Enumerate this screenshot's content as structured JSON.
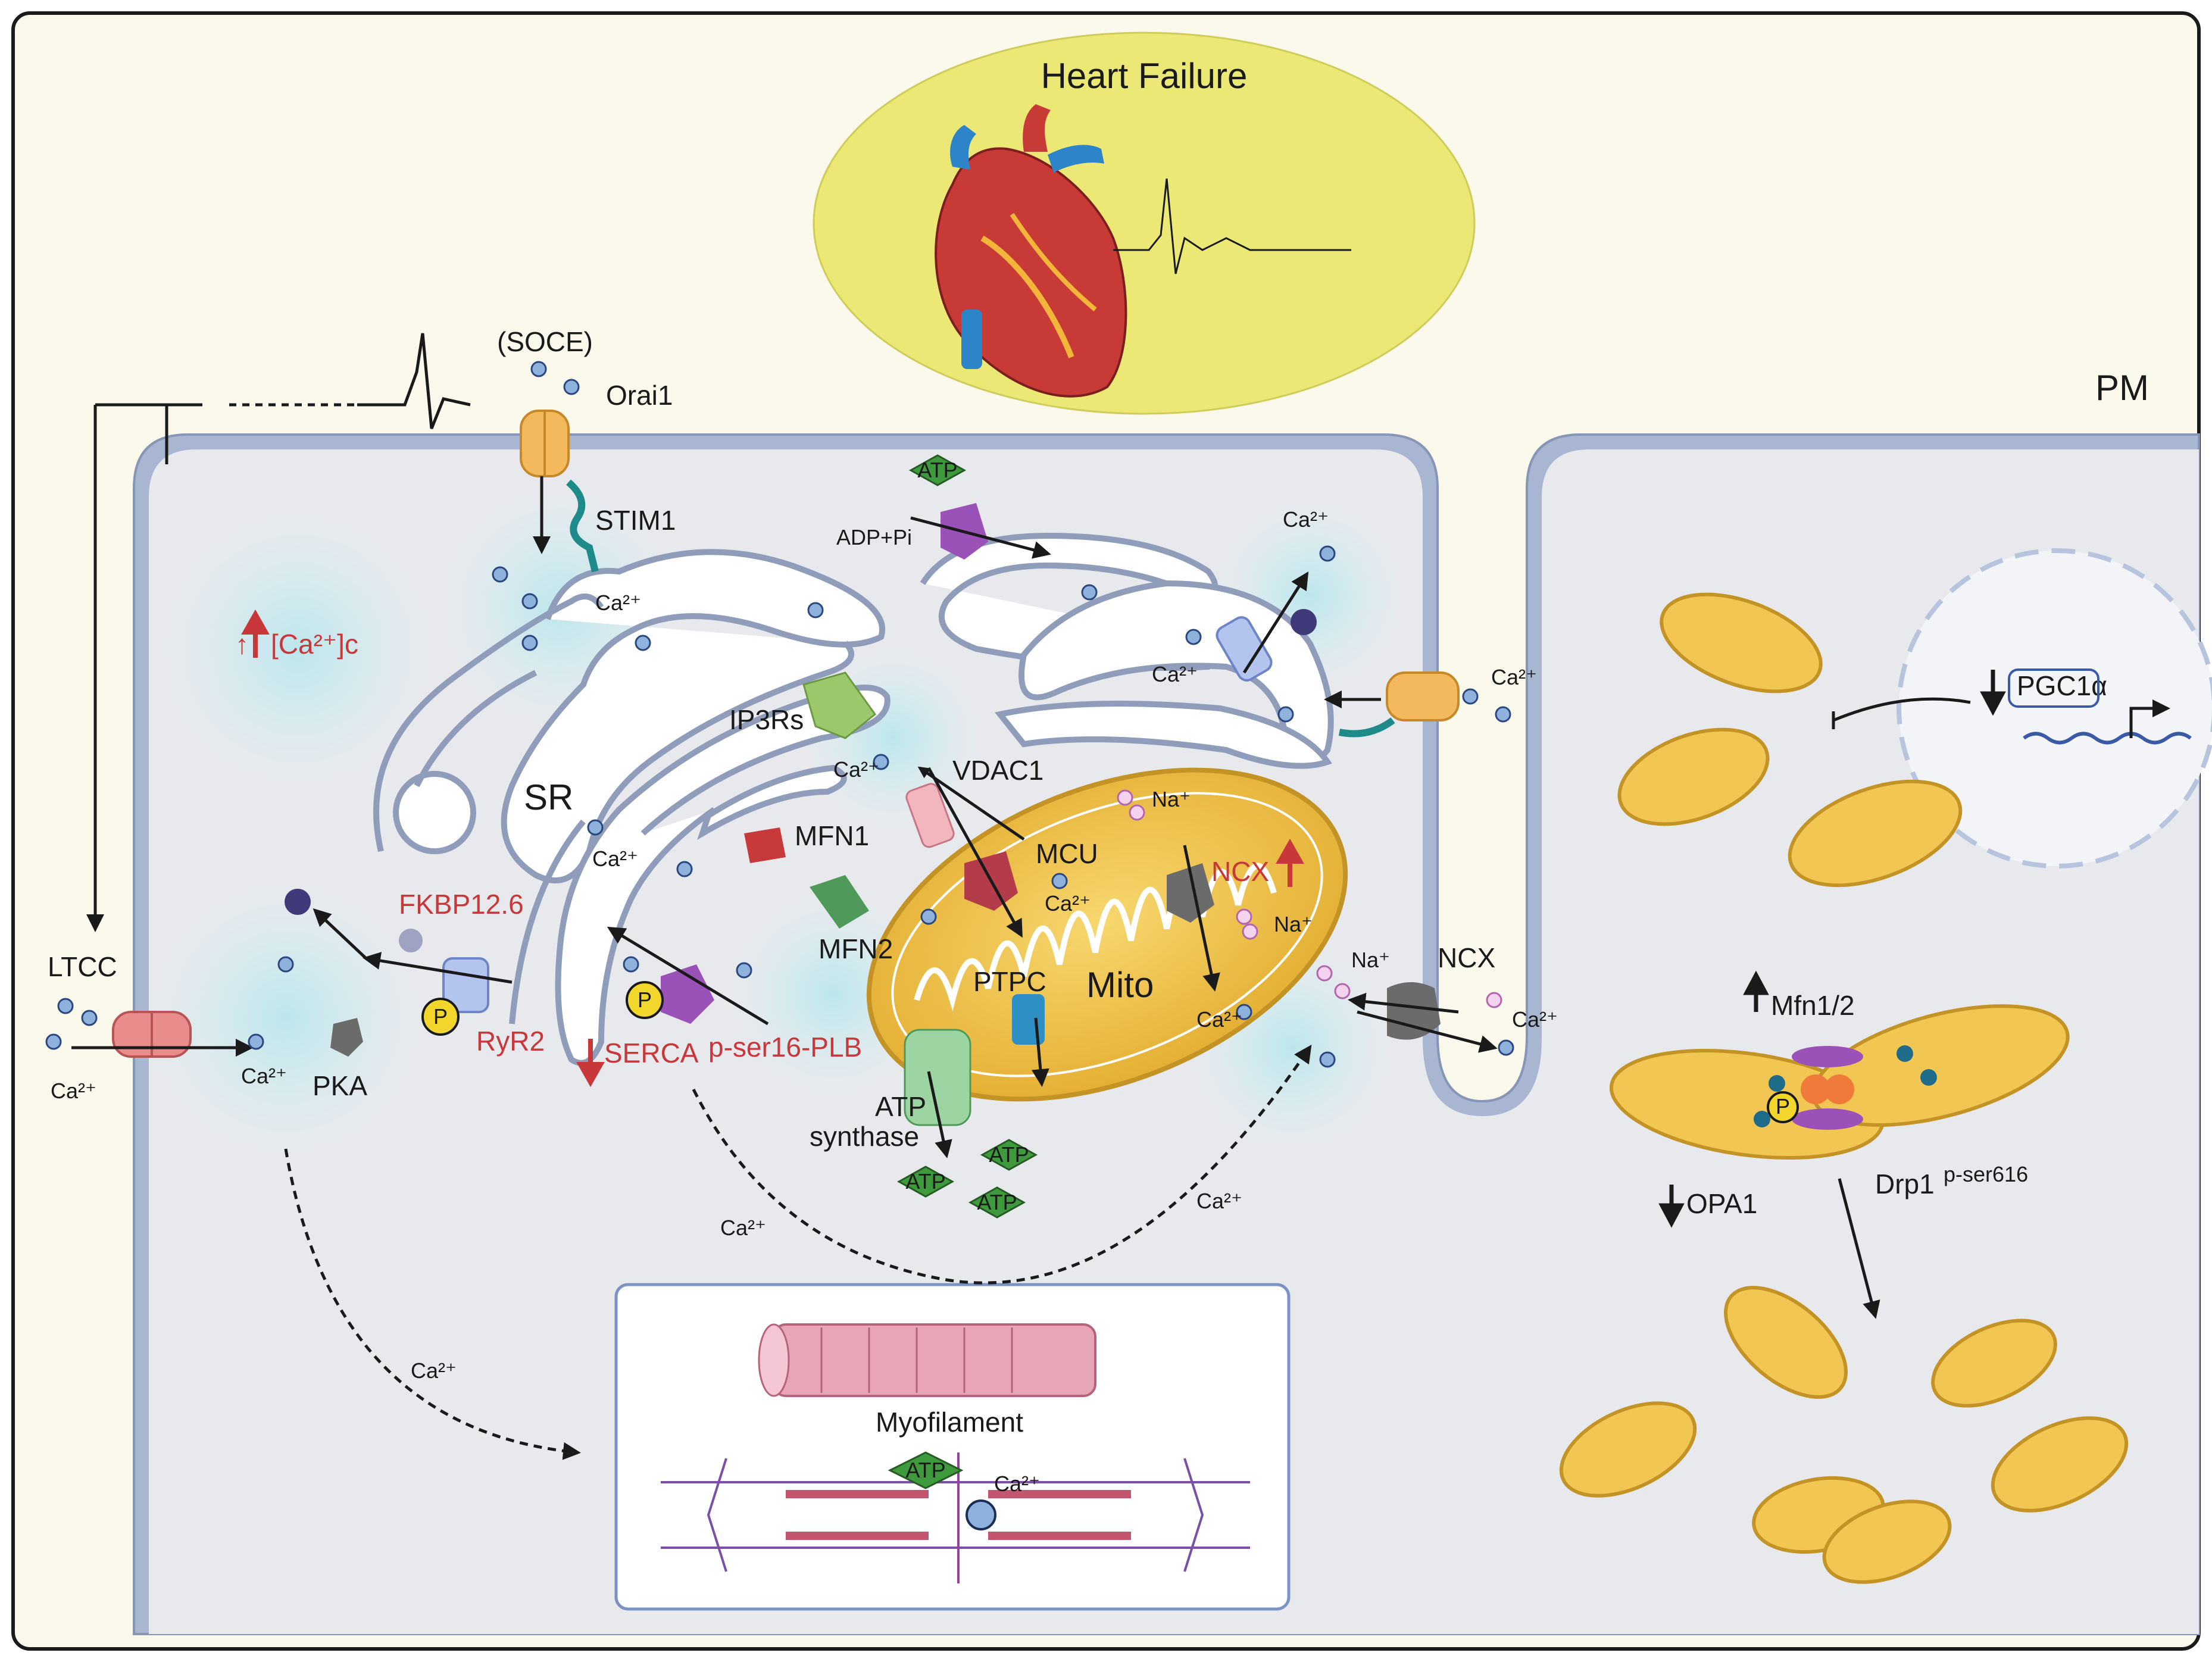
{
  "title": "Heart Failure",
  "colors": {
    "background": "#fbf9ec",
    "cytosol": "#e8e9ed",
    "membrane": "#a9b6d2",
    "sr": "#ffffff",
    "mito_fill": "#f1c652",
    "heart_ellipse": "#ebe876",
    "accent_red": "#c8373a",
    "atp_green": "#3f9a3e",
    "ca_dot": "#8fb2dc"
  },
  "labels": {
    "soce": "(SOCE)",
    "orai1": "Orai1",
    "stim1": "STIM1",
    "pm": "PM",
    "ca_c_arrow": "↑",
    "ca_c": "[Ca²⁺]c",
    "sr": "SR",
    "ip3rs": "IP3Rs",
    "vdac1": "VDAC1",
    "mfn1": "MFN1",
    "mfn2": "MFN2",
    "mcu": "MCU",
    "ncx_mito": "NCX",
    "ptpc": "PTPC",
    "mito": "Mito",
    "atp_synthase_1": "ATP",
    "atp_synthase_2": "synthase",
    "ltcc": "LTCC",
    "pka": "PKA",
    "fkbp": "FKBP12.6",
    "ryr2": "RyR2",
    "serca": "SERCA",
    "plb": "p-ser16-PLB",
    "ncx": "NCX",
    "na": "Na⁺",
    "ca": "Ca²⁺",
    "adp": "ADP+Pi",
    "atp": "ATP",
    "p": "P",
    "myofilament": "Myofilament",
    "pgc1a": "PGC1α",
    "mfn12": "Mfn1/2",
    "opa1": "OPA1",
    "drp1": "Drp1",
    "drp1_site": "p-ser616"
  }
}
